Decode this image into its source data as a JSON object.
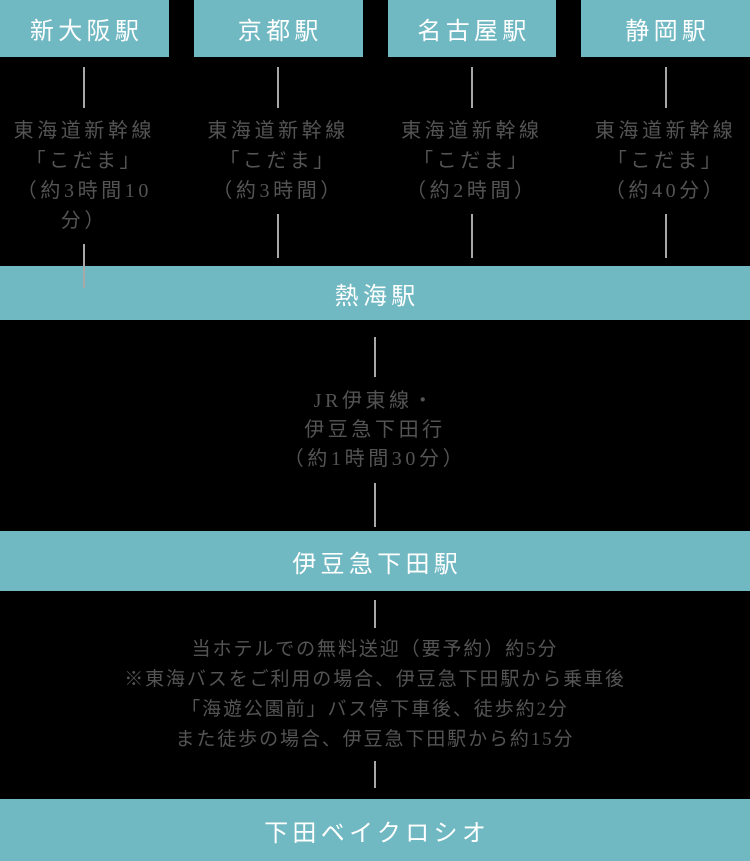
{
  "colors": {
    "background": "#000000",
    "accent_teal": "#70b8c2",
    "station_text": "#ffffff",
    "route_text": "#545454",
    "connector_line": "#a8a8a8"
  },
  "top_routes": [
    {
      "station": "新大阪駅",
      "route": "東海道新幹線\n「こだま」\n（約3時間10分）"
    },
    {
      "station": "京都駅",
      "route": "東海道新幹線\n「こだま」\n（約3時間）"
    },
    {
      "station": "名古屋駅",
      "route": "東海道新幹線\n「こだま」\n（約2時間）"
    },
    {
      "station": "静岡駅",
      "route": "東海道新幹線\n「こだま」\n（約40分）"
    }
  ],
  "atami": {
    "station": "熱海駅",
    "route": "JR伊東線・\n伊豆急下田行\n（約1時間30分）"
  },
  "shimoda": {
    "station": "伊豆急下田駅",
    "access_notes": "当ホテルでの無料送迎（要予約）約5分\n※東海バスをご利用の場合、伊豆急下田駅から乗車後\n「海遊公園前」バス停下車後、徒歩約2分\nまた徒歩の場合、伊豆急下田駅から約15分"
  },
  "destination": {
    "name": "下田ベイクロシオ"
  }
}
